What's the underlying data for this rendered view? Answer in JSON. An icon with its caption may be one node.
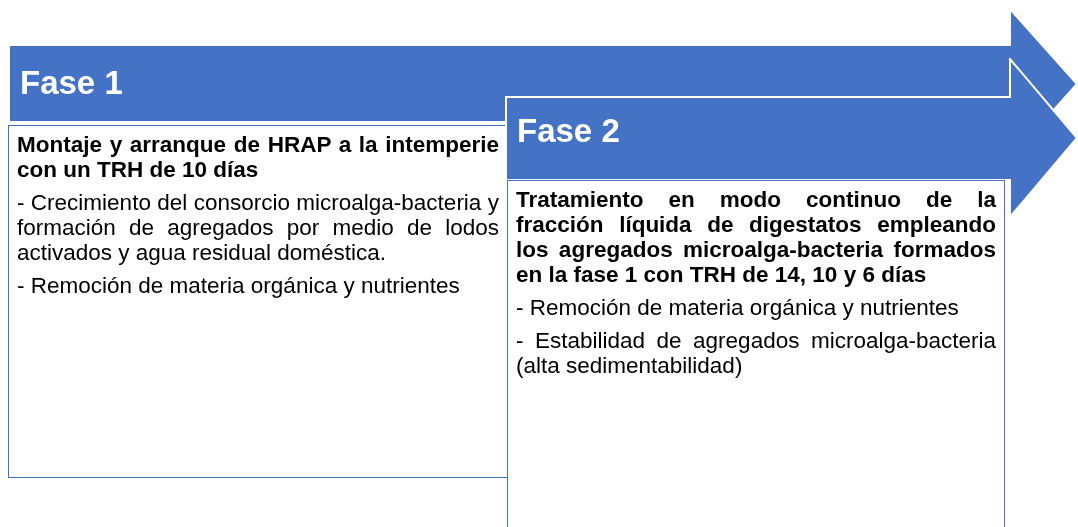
{
  "diagram": {
    "nodes": [
      {
        "text": [
          "Fase 1"
        ]
      },
      {
        "text": [
          "Montaje y arranque de HRAP a la intemperie con un TRH de 10 días",
          "- Crecimiento del consorcio microalga-bacteria y formación de agregados por medio de lodos activados y agua residual doméstica.",
          "- Remoción de materia orgánica y nutrientes"
        ]
      },
      {
        "text": [
          "Fase 2"
        ]
      },
      {
        "text": [
          "Tratamiento en modo continuo de la fracción líquida de digestatos empleando los agregados microalga-bacteria formados en la fase 1 con TRH de 14, 10 y 6 días",
          "- Remoción de materia orgánica y nutrientes",
          "- Estabilidad de agregados microalga-bacteria (alta sedimentabilidad)"
        ]
      }
    ],
    "edges": []
  }
}
